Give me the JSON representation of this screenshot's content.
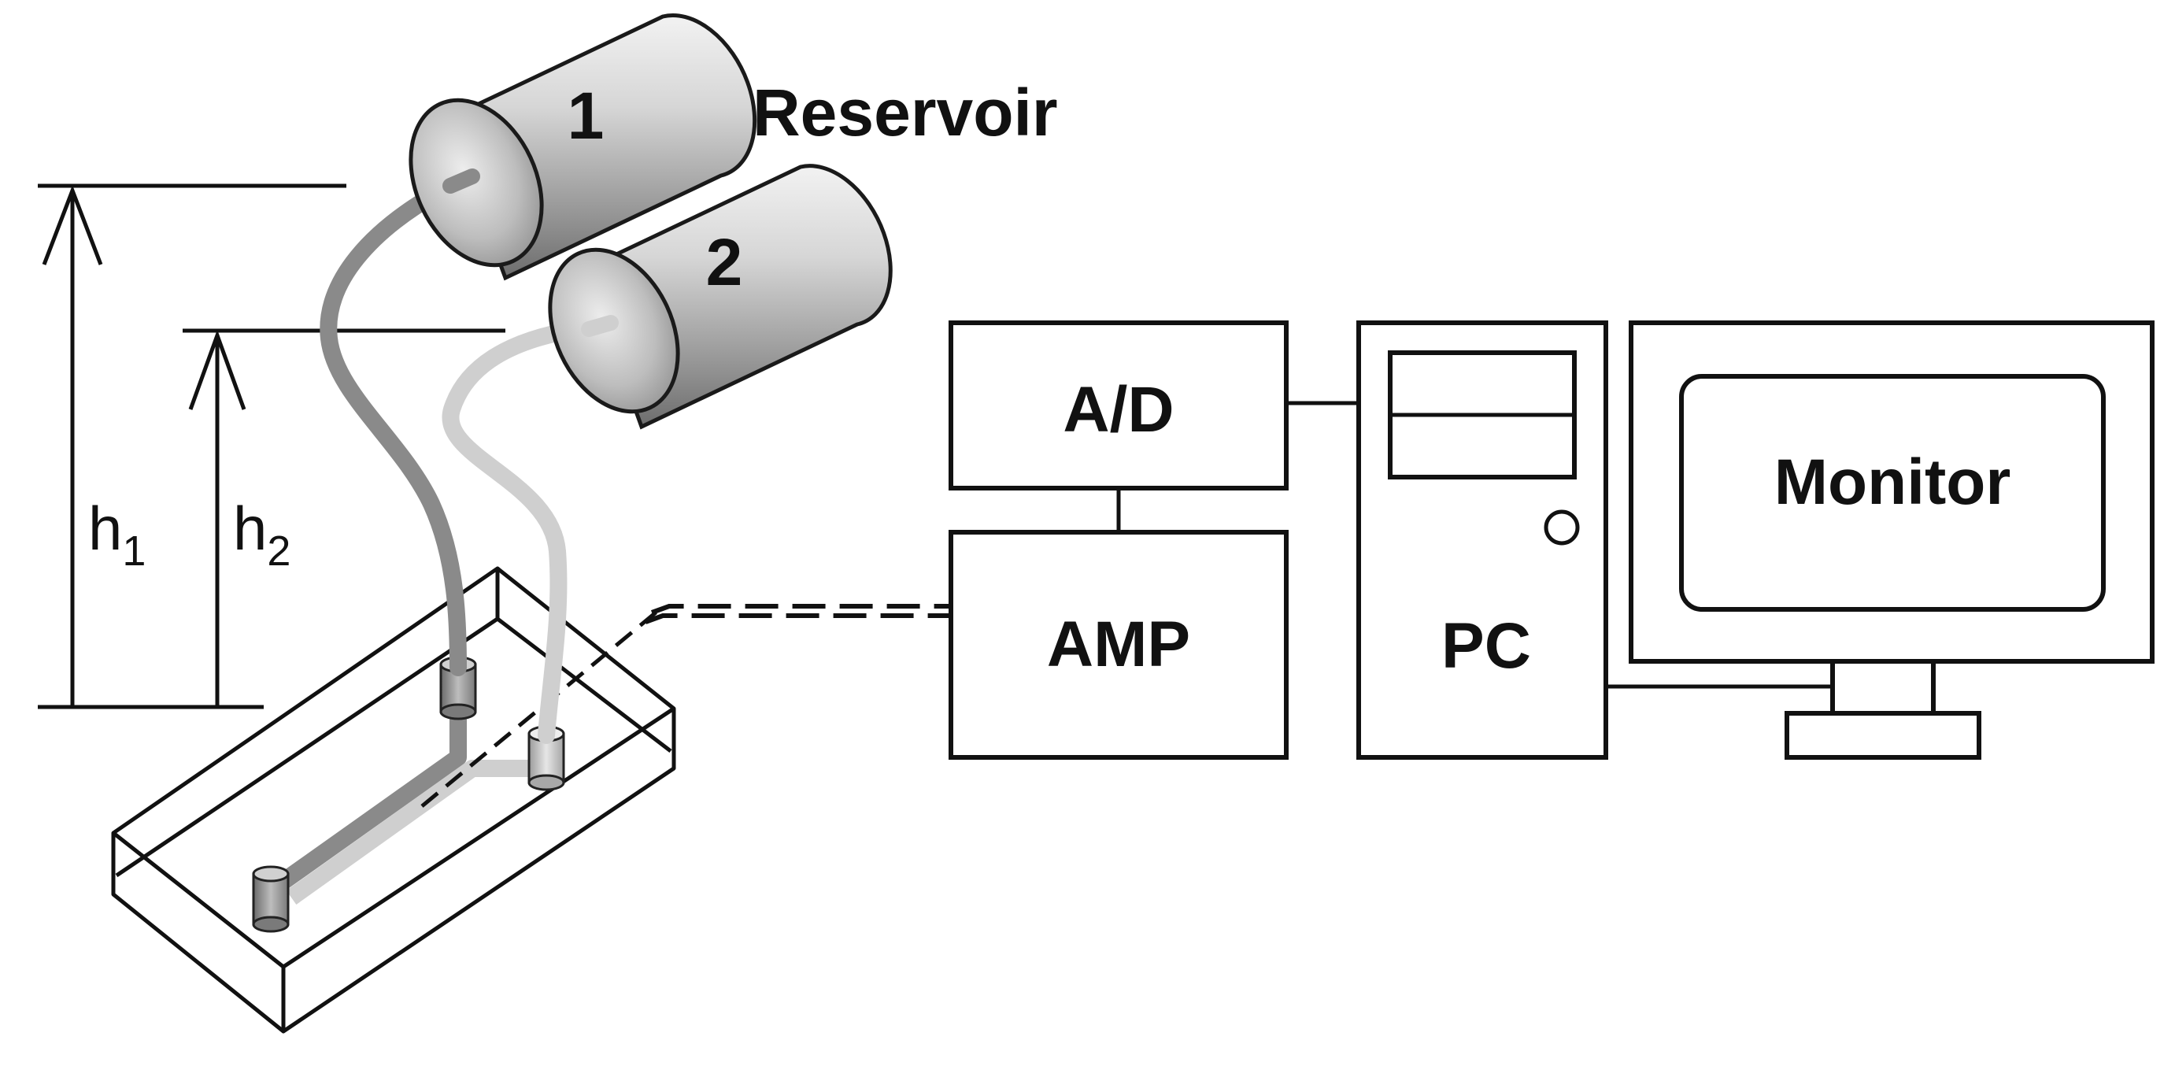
{
  "reservoirs": {
    "label": "Reservoir",
    "items": [
      {
        "number": "1"
      },
      {
        "number": "2"
      }
    ]
  },
  "heights": {
    "h1": {
      "base": "h",
      "sub": "1"
    },
    "h2": {
      "base": "h",
      "sub": "2"
    }
  },
  "blocks": {
    "ad": "A/D",
    "amp": "AMP",
    "pc": "PC",
    "monitor": "Monitor"
  },
  "colors": {
    "tube_1": "#8a8a8a",
    "tube_2": "#cfcfcf",
    "line": "#111111",
    "background": "#ffffff"
  }
}
